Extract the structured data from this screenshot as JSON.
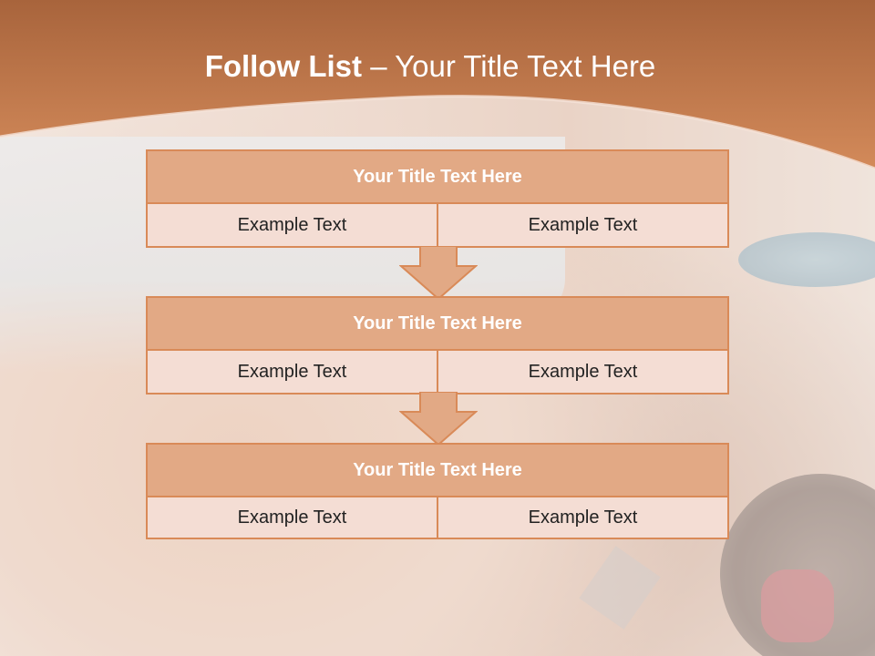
{
  "slide": {
    "title_bold": "Follow List",
    "title_rest": " – Your Title Text Here"
  },
  "steps": [
    {
      "title": "Your Title Text Here",
      "left": "Example Text",
      "right": "Example Text"
    },
    {
      "title": "Your Title Text Here",
      "left": "Example Text",
      "right": "Example Text"
    },
    {
      "title": "Your Title Text Here",
      "left": "Example Text",
      "right": "Example Text"
    }
  ],
  "colors": {
    "header": "#c97a48",
    "box_border": "#d98a58",
    "box_title_bg": "#e2a985",
    "box_cell_bg": "#f4ddd4"
  }
}
